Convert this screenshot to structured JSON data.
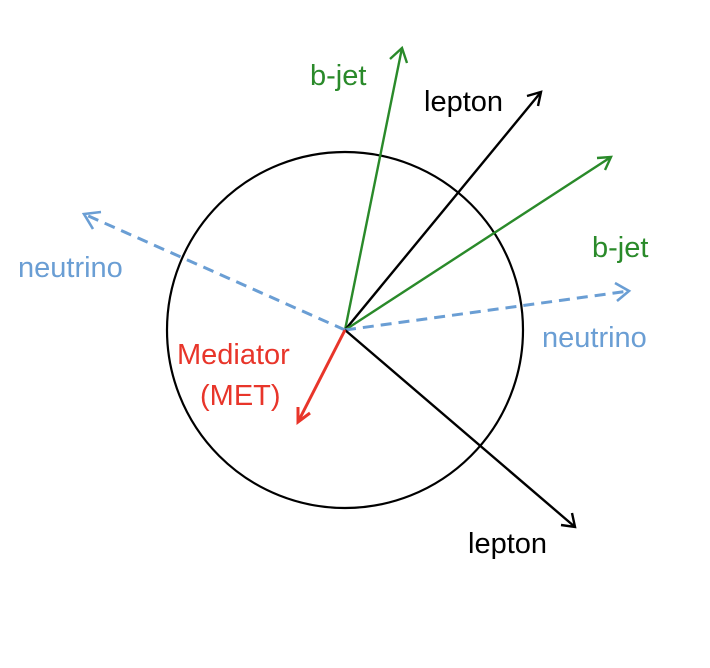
{
  "colors": {
    "black": "#000000",
    "green": "#2a8a2a",
    "blue_dashed": "#6a9ed4",
    "red": "#e8352a"
  },
  "labels": {
    "bjet_top": "b-jet",
    "lepton_top": "lepton",
    "neutrino_left": "neutrino",
    "bjet_right": "b-jet",
    "neutrino_right": "neutrino",
    "mediator_line1": "Mediator",
    "mediator_line2": "(MET)",
    "lepton_bottom": "lepton"
  }
}
